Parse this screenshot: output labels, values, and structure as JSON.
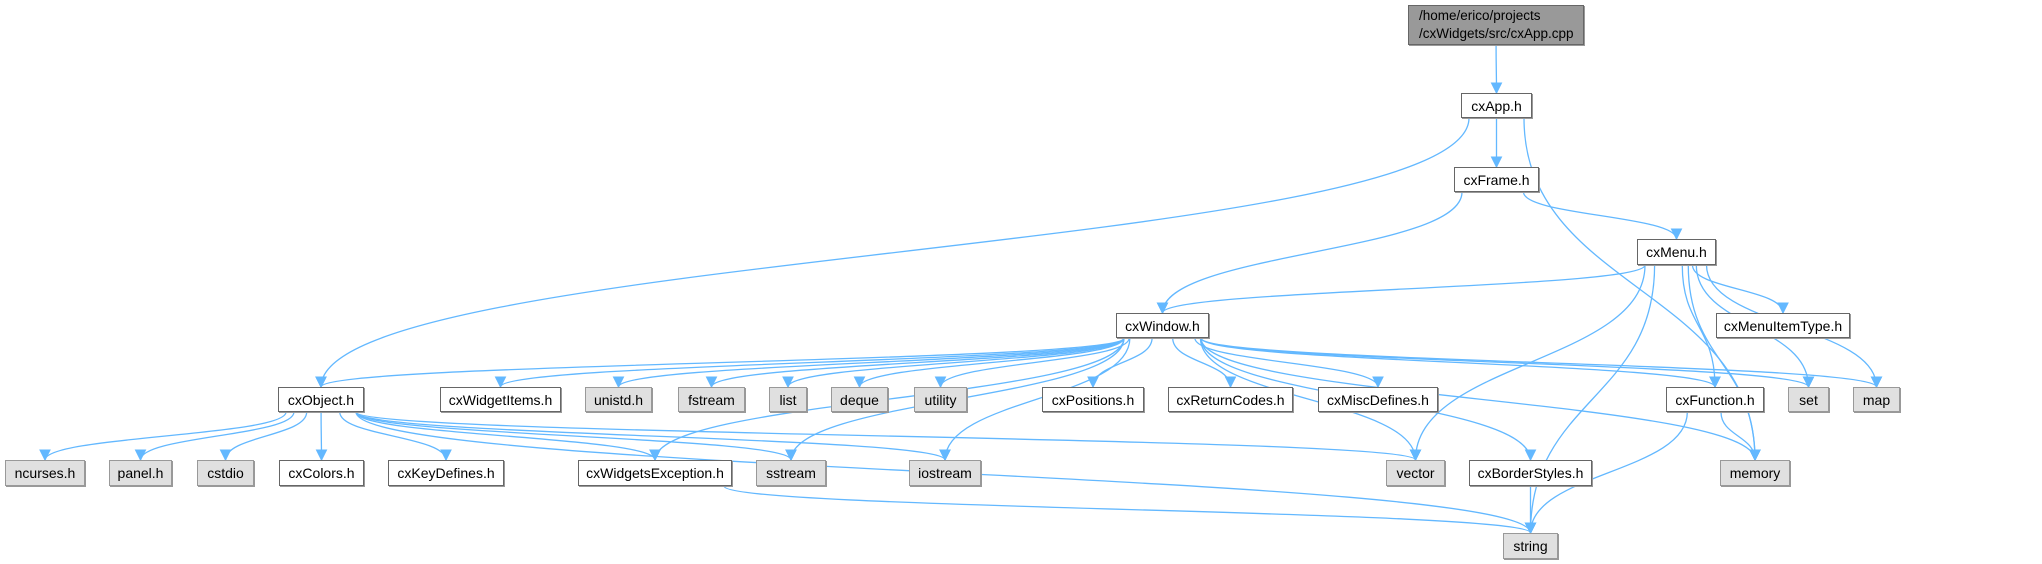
{
  "graph": {
    "colors": {
      "edge": "#63b8ff",
      "root_fill": "#999999",
      "system_fill": "#e0e0e0",
      "node_fill": "#ffffff"
    },
    "root": {
      "line1": "/home/erico/projects",
      "line2": "/cxWidgets/src/cxApp.cpp"
    },
    "nodes": {
      "cxApp": "cxApp.h",
      "cxFrame": "cxFrame.h",
      "cxMenu": "cxMenu.h",
      "cxWindow": "cxWindow.h",
      "cxMenuItemType": "cxMenuItemType.h",
      "cxObject": "cxObject.h",
      "cxWidgetItems": "cxWidgetItems.h",
      "unistd": "unistd.h",
      "fstream": "fstream",
      "list": "list",
      "deque": "deque",
      "utility": "utility",
      "cxPositions": "cxPositions.h",
      "cxReturnCodes": "cxReturnCodes.h",
      "cxMiscDefines": "cxMiscDefines.h",
      "cxFunction": "cxFunction.h",
      "set": "set",
      "map": "map",
      "ncurses": "ncurses.h",
      "panel": "panel.h",
      "cstdio": "cstdio",
      "cxColors": "cxColors.h",
      "cxKeyDefines": "cxKeyDefines.h",
      "cxWidgetsException": "cxWidgetsException.h",
      "sstream": "sstream",
      "iostream": "iostream",
      "vector": "vector",
      "cxBorderStyles": "cxBorderStyles.h",
      "memory": "memory",
      "string": "string"
    },
    "system_headers": [
      "unistd",
      "fstream",
      "list",
      "deque",
      "utility",
      "set",
      "map",
      "ncurses",
      "panel",
      "cstdio",
      "sstream",
      "iostream",
      "vector",
      "memory",
      "string"
    ],
    "edges": [
      [
        "root",
        "cxApp"
      ],
      [
        "cxApp",
        "cxObject"
      ],
      [
        "cxApp",
        "cxFrame"
      ],
      [
        "cxApp",
        "memory"
      ],
      [
        "cxFrame",
        "cxWindow"
      ],
      [
        "cxFrame",
        "cxMenu"
      ],
      [
        "cxMenu",
        "cxWindow"
      ],
      [
        "cxMenu",
        "vector"
      ],
      [
        "cxMenu",
        "cxFunction"
      ],
      [
        "cxMenu",
        "set"
      ],
      [
        "cxMenu",
        "cxMenuItemType"
      ],
      [
        "cxMenu",
        "map"
      ],
      [
        "cxMenu",
        "memory"
      ],
      [
        "cxMenu",
        "string"
      ],
      [
        "cxWindow",
        "cxObject"
      ],
      [
        "cxWindow",
        "cxWidgetItems"
      ],
      [
        "cxWindow",
        "unistd"
      ],
      [
        "cxWindow",
        "fstream"
      ],
      [
        "cxWindow",
        "list"
      ],
      [
        "cxWindow",
        "deque"
      ],
      [
        "cxWindow",
        "utility"
      ],
      [
        "cxWindow",
        "cxPositions"
      ],
      [
        "cxWindow",
        "cxReturnCodes"
      ],
      [
        "cxWindow",
        "cxMiscDefines"
      ],
      [
        "cxWindow",
        "iostream"
      ],
      [
        "cxWindow",
        "cxWidgetsException"
      ],
      [
        "cxWindow",
        "sstream"
      ],
      [
        "cxWindow",
        "vector"
      ],
      [
        "cxWindow",
        "cxBorderStyles"
      ],
      [
        "cxWindow",
        "memory"
      ],
      [
        "cxWindow",
        "cxFunction"
      ],
      [
        "cxWindow",
        "set"
      ],
      [
        "cxWindow",
        "map"
      ],
      [
        "cxObject",
        "ncurses"
      ],
      [
        "cxObject",
        "panel"
      ],
      [
        "cxObject",
        "cstdio"
      ],
      [
        "cxObject",
        "cxColors"
      ],
      [
        "cxObject",
        "cxKeyDefines"
      ],
      [
        "cxObject",
        "cxWidgetsException"
      ],
      [
        "cxObject",
        "sstream"
      ],
      [
        "cxObject",
        "iostream"
      ],
      [
        "cxObject",
        "vector"
      ],
      [
        "cxObject",
        "string"
      ],
      [
        "cxWidgetsException",
        "string"
      ],
      [
        "cxFunction",
        "memory"
      ],
      [
        "cxFunction",
        "string"
      ],
      [
        "cxBorderStyles",
        "string"
      ]
    ]
  }
}
